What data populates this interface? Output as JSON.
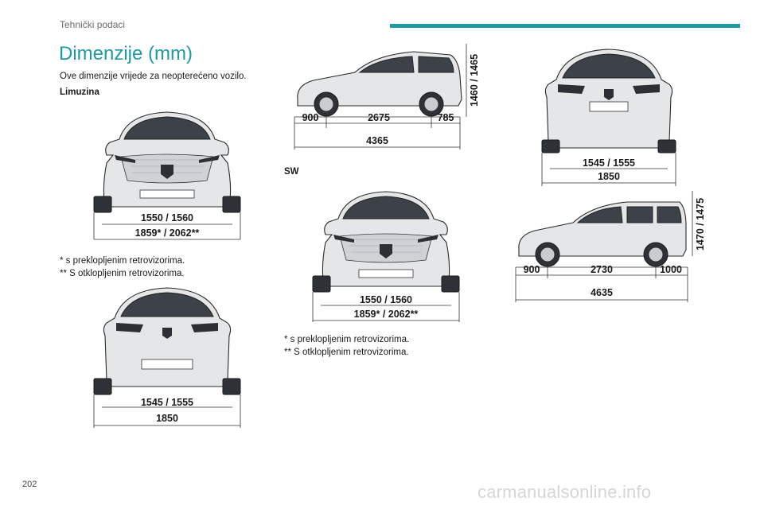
{
  "header": {
    "section_title": "Tehnički podaci",
    "accent_color": "#1e9aa3"
  },
  "title": "Dimenzije (mm)",
  "intro": "Ove dimenzije vrijede za neopterećeno vozilo.",
  "limuzina": {
    "heading": "Limuzina",
    "front": {
      "track": "1550 / 1560",
      "width": "1859* / 2062**"
    },
    "rear": {
      "track": "1545 / 1555",
      "width": "1850"
    },
    "side": {
      "front_overhang": "900",
      "wheelbase": "2675",
      "rear_overhang": "785",
      "length": "4365",
      "height": "1460 / 1465"
    },
    "rear_right": {
      "track": "1545 / 1555",
      "width": "1850"
    }
  },
  "notes_1": {
    "line1": "* s preklopljenim retrovizorima.",
    "line2": "** S otklopljenim retrovizorima."
  },
  "sw": {
    "heading": "SW",
    "front": {
      "track": "1550 / 1560",
      "width": "1859* / 2062**"
    },
    "side": {
      "front_overhang": "900",
      "wheelbase": "2730",
      "rear_overhang": "1000",
      "length": "4635",
      "height": "1470 / 1475"
    }
  },
  "notes_2": {
    "line1": "* s preklopljenim retrovizorima.",
    "line2": "** S otklopljenim retrovizorima."
  },
  "page_number": "202",
  "watermark": "carmanualsonline.info"
}
